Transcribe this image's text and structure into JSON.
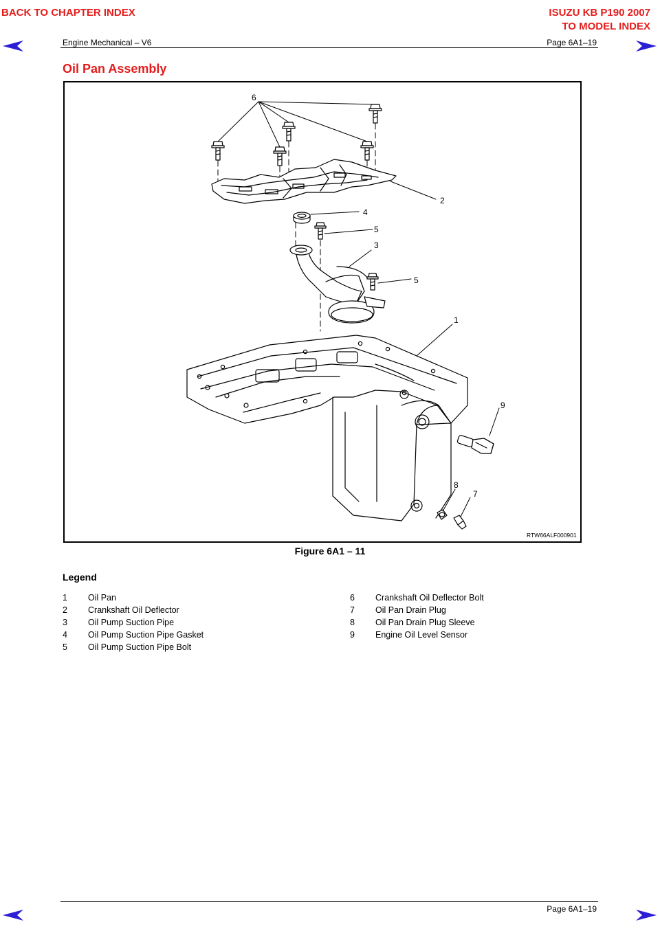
{
  "header": {
    "back_to_chapter": "BACK TO CHAPTER INDEX",
    "model_title": "ISUZU KB P190 2007",
    "to_model_index": "TO MODEL INDEX",
    "section": "Engine Mechanical – V6",
    "page": "Page 6A1–19"
  },
  "section_title": "Oil Pan Assembly",
  "figure": {
    "image_code": "RTW66ALF000901",
    "callouts": [
      "6",
      "2",
      "4",
      "5",
      "3",
      "5",
      "1",
      "9",
      "8",
      "7"
    ],
    "caption": "Figure 6A1 – 11"
  },
  "legend": {
    "title": "Legend",
    "left": [
      {
        "num": "1",
        "label": "Oil Pan"
      },
      {
        "num": "2",
        "label": "Crankshaft Oil Deflector"
      },
      {
        "num": "3",
        "label": "Oil Pump Suction Pipe"
      },
      {
        "num": "4",
        "label": "Oil Pump Suction Pipe Gasket"
      },
      {
        "num": "5",
        "label": "Oil Pump Suction Pipe Bolt"
      }
    ],
    "right": [
      {
        "num": "6",
        "label": "Crankshaft Oil Deflector Bolt"
      },
      {
        "num": "7",
        "label": "Oil Pan Drain Plug"
      },
      {
        "num": "8",
        "label": "Oil Pan Drain Plug Sleeve"
      },
      {
        "num": "9",
        "label": "Engine Oil Level Sensor"
      }
    ]
  },
  "footer": {
    "page": "Page 6A1–19"
  },
  "colors": {
    "accent": "#e41c1c",
    "nav_arrow": "#2b1fd6"
  }
}
